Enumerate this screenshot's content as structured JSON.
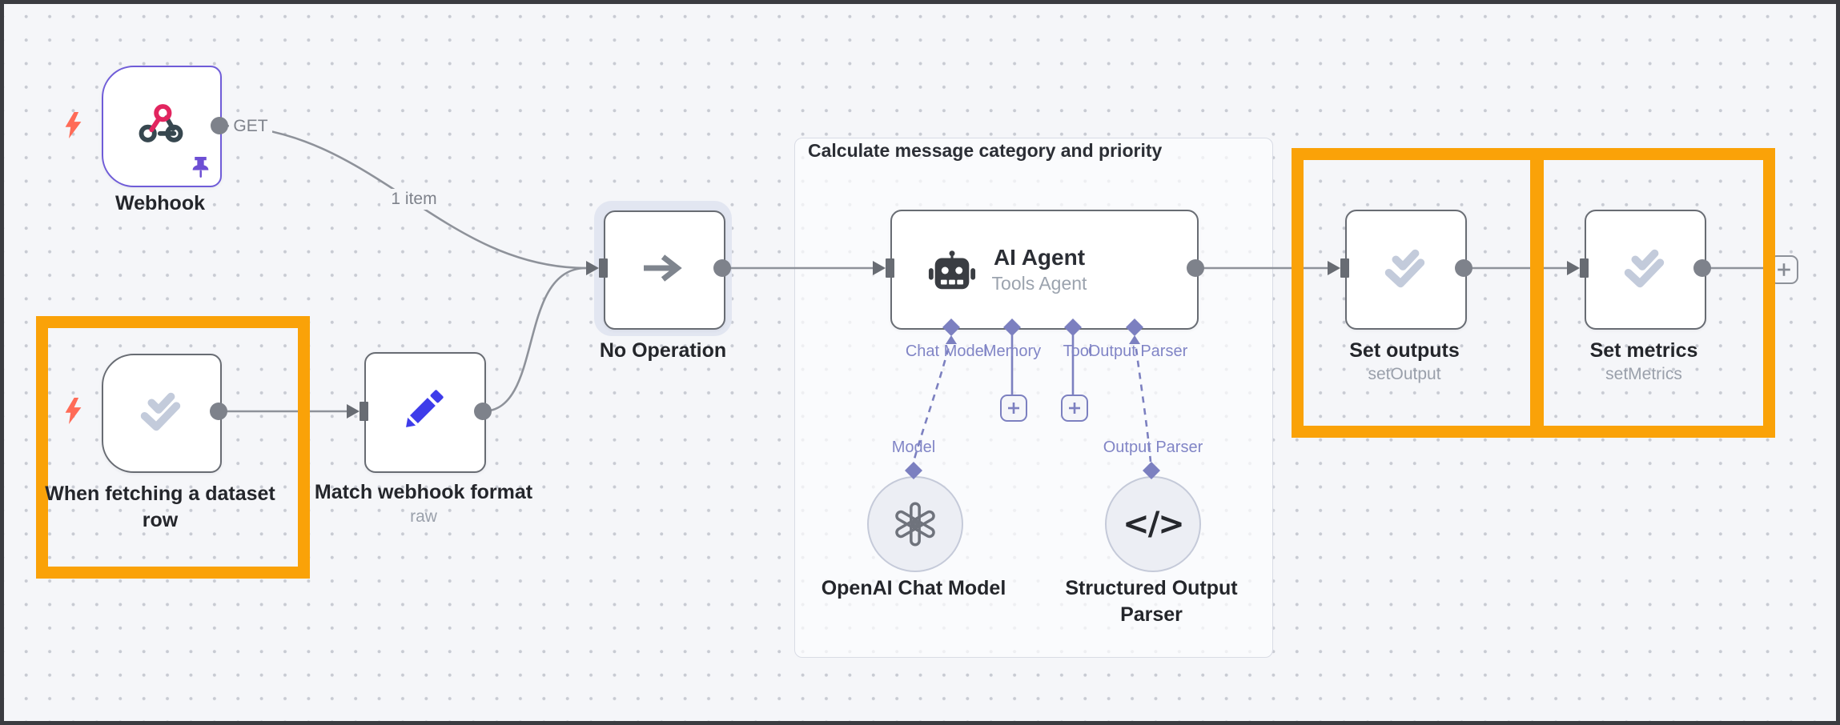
{
  "group": {
    "title": "Calculate message category and priority"
  },
  "edge_labels": {
    "get": "GET",
    "one_item": "1 item"
  },
  "nodes": {
    "webhook": {
      "label": "Webhook"
    },
    "when_fetching": {
      "label_line1": "When fetching a dataset",
      "label_line2": "row"
    },
    "match_webhook_format": {
      "label": "Match webhook format",
      "sublabel": "raw"
    },
    "no_operation": {
      "label": "No Operation"
    },
    "ai_agent": {
      "title": "AI Agent",
      "subtitle": "Tools Agent"
    },
    "openai_chat_model": {
      "label": "OpenAI Chat Model"
    },
    "structured_output_parser": {
      "label_line1": "Structured Output",
      "label_line2": "Parser"
    },
    "set_outputs": {
      "label": "Set outputs",
      "sublabel": "setOutput"
    },
    "set_metrics": {
      "label": "Set metrics",
      "sublabel": "setMetrics"
    }
  },
  "agent_ports": {
    "chat_model": "Chat Model",
    "memory": "Memory",
    "tool": "Tool",
    "output_parser": "Output Parser"
  },
  "sub_ports": {
    "model": "Model",
    "output_parser": "Output Parser"
  },
  "icons": {
    "parser_glyph": "</>"
  },
  "colors": {
    "canvas_bg": "#f5f6f9",
    "highlight_orange": "#faa208",
    "edge_gray": "#8e929a",
    "indigo": "#7c80c0",
    "node_border": "#686c73",
    "selected_border": "#6f5cd8",
    "trigger_bolt": "#ff6b57",
    "check_icon": "#c3cbdb",
    "pencil_blue": "#3e3cea",
    "webhook_pink": "#e2255f",
    "webhook_dark": "#37474f"
  }
}
